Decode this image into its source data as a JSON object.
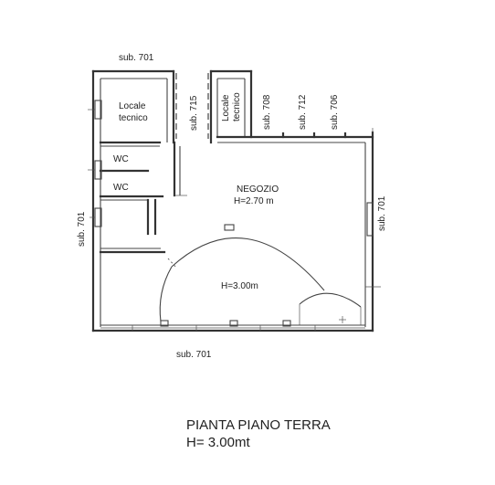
{
  "labels": {
    "sub_top": "sub. 701",
    "sub_left": "sub. 701",
    "sub_right": "sub. 701",
    "sub_bottom": "sub. 701",
    "sub_715": "sub. 715",
    "sub_708": "sub. 708",
    "sub_712": "sub. 712",
    "sub_706": "sub. 706",
    "locale_tecnico_1": "Locale",
    "locale_tecnico_2": "tecnico",
    "locale_vertical_1": "Locale",
    "locale_vertical_2": "tecnico",
    "wc_upper": "WC",
    "wc_lower": "WC",
    "negozio": "NEGOZIO",
    "negozio_height": "H=2.70 m",
    "vault_height": "H=3.00m"
  },
  "caption": {
    "title": "PIANTA PIANO TERRA",
    "height": "H= 3.00mt"
  }
}
